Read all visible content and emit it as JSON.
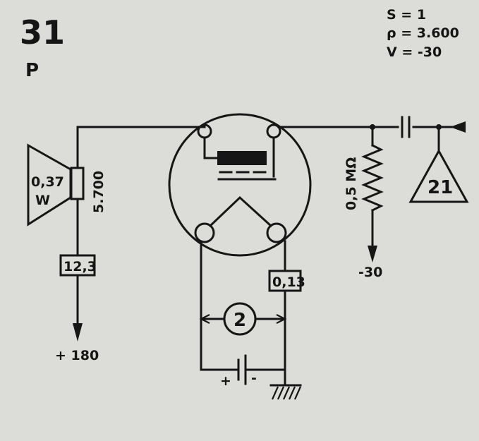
{
  "header": {
    "number": "31",
    "letter": "P"
  },
  "params": {
    "s": "S = 1",
    "rho": "ρ = 3.600",
    "v": "V = -30"
  },
  "speaker": {
    "power_line1": "0,37",
    "power_line2": "W",
    "impedance": "5.700"
  },
  "plate_current": "12,3",
  "plate_supply": "+ 180",
  "heater_current": "0,13",
  "filament_label": "2",
  "resistor": "0,5 MΩ",
  "grid_bias": "-30",
  "input_stage": "21",
  "battery_plus": "+",
  "battery_minus": "-"
}
